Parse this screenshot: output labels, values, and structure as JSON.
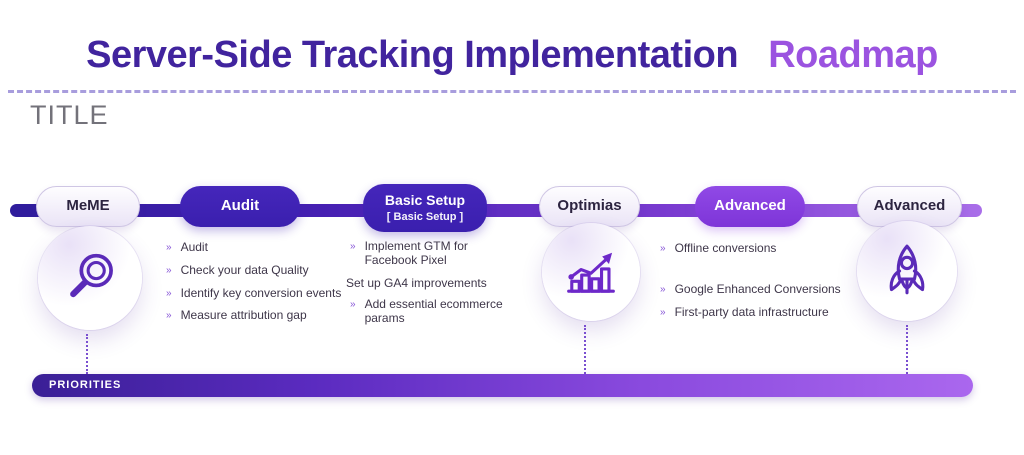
{
  "title": {
    "main": "Server-Side Tracking Implementation",
    "accent": "Roadmap"
  },
  "section_label": "TITLE",
  "stages": [
    {
      "label": "MeME"
    },
    {
      "label": "Audit"
    },
    {
      "label": "Basic Setup",
      "sublabel": "[ Basic Setup ]"
    },
    {
      "label": "Optimias"
    },
    {
      "label": "Advanced"
    },
    {
      "label": "Advanced"
    }
  ],
  "lists": {
    "audit": [
      "Audit",
      "Check your data Quality",
      "Identify key conversion events",
      "Measure attribution gap"
    ],
    "setup": {
      "item1_line1": "Implement GTM for",
      "item1_line2": "Facebook Pixel",
      "note": "Set up GA4 improvements",
      "item2_line1": "Add essential ecommerce",
      "item2_line2": "params"
    },
    "advanced": [
      "Offline conversions",
      "Google Enhanced Conversions",
      "First-party data infrastructure"
    ]
  },
  "footer": {
    "label": "PRIORITIES"
  },
  "icons": {
    "stage1": "magnifier-icon",
    "stage4": "growth-chart-icon",
    "stage6": "rocket-icon"
  },
  "colors": {
    "title_main": "#41249e",
    "title_accent": "#9b53e0",
    "pill_dark": "#3a1fae",
    "pill_medium": "#8a3fe0",
    "bar_start": "#2f1d9c",
    "bar_end": "#a96ee9",
    "icon_stroke": "#5a2ab8"
  }
}
